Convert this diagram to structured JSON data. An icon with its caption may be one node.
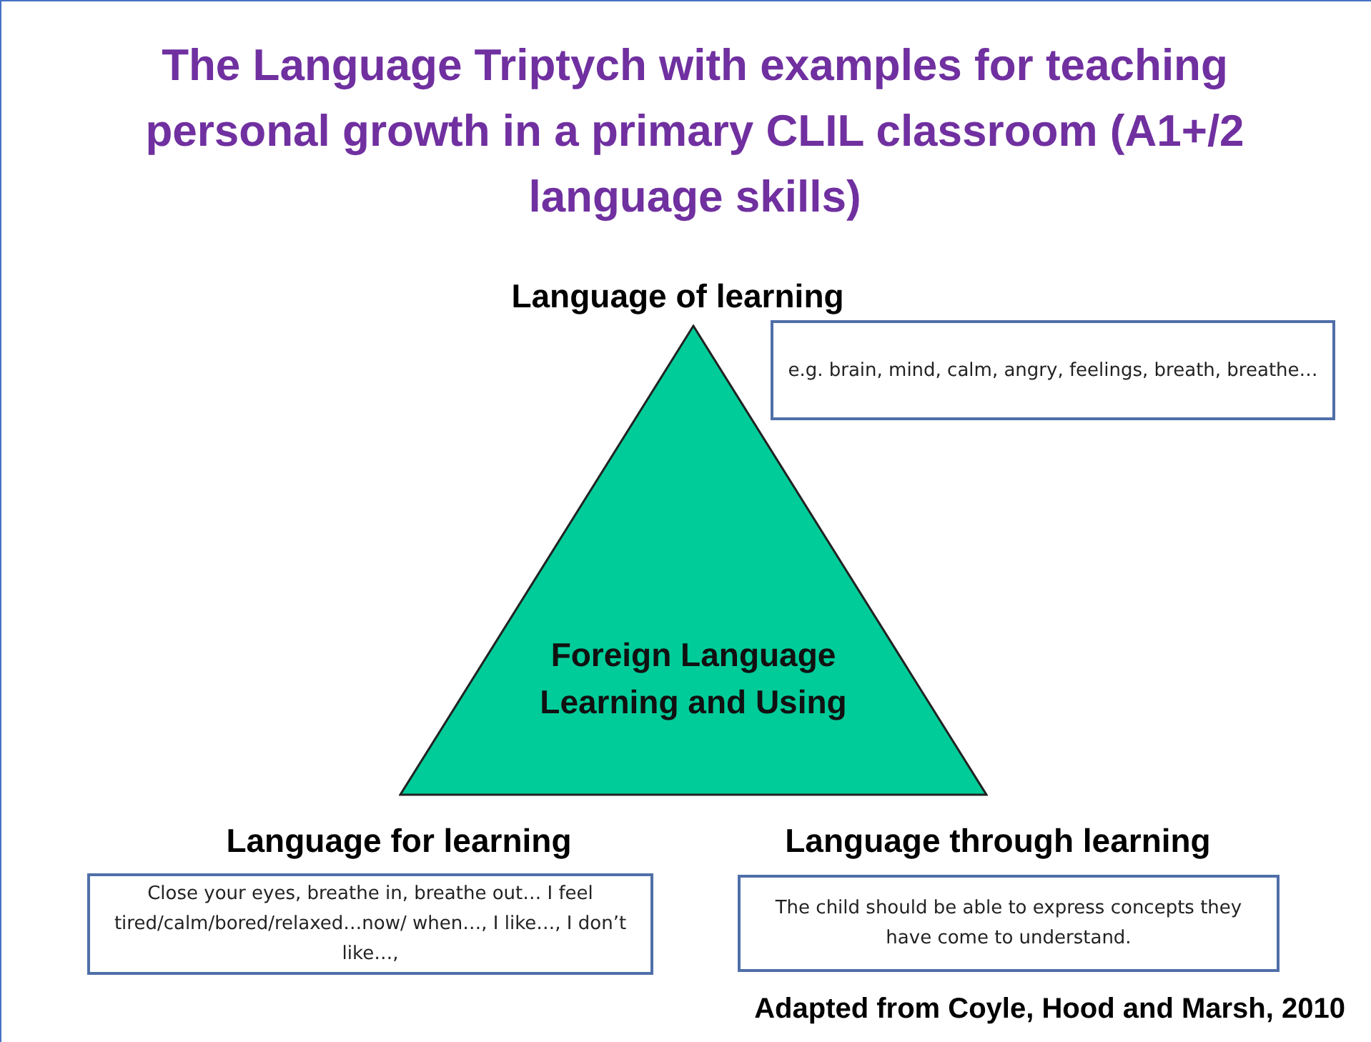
{
  "diagram": {
    "title": "The Language Triptych with examples for teaching personal growth in a primary CLIL classroom (A1+/2 language skills)",
    "caption": "Adapted from Coyle, Hood and Marsh, 2010",
    "nodes": [
      {
        "text": [
          "Foreign Language Learning and Using"
        ]
      },
      {
        "text": [
          "e.g. brain, mind, calm, angry, feelings, breath, breathe…"
        ]
      },
      {
        "text": [
          "Close your eyes, breathe in, breathe out… I feel tired/calm/bored/relaxed…now/ when…, I like…, I don’t like…,"
        ]
      },
      {
        "text": [
          "The child should be able to express concepts they have come to understand."
        ]
      }
    ],
    "labels": [
      "Language **of** learning",
      "Language **for** learning",
      "Language **through** learning"
    ]
  }
}
